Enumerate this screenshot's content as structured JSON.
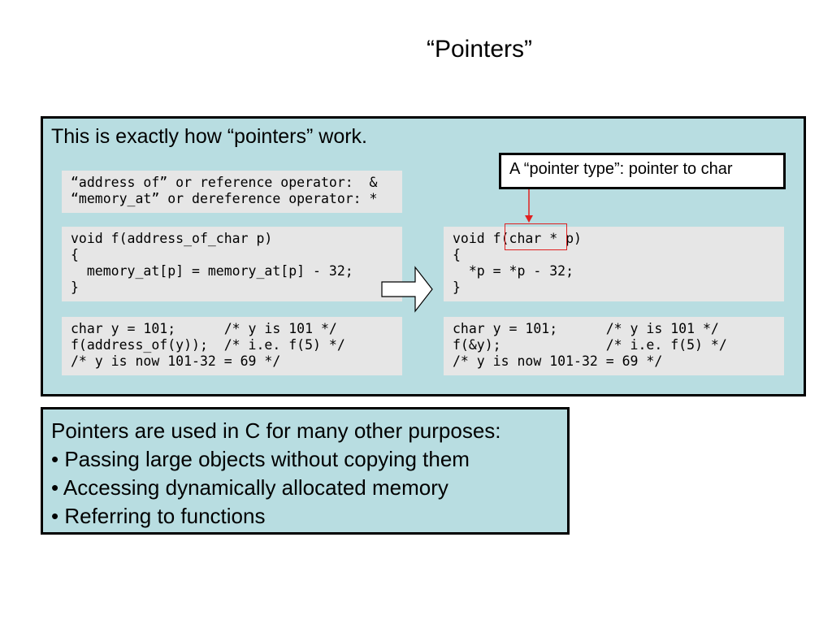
{
  "slide_title": "“Pointers”",
  "main_panel": {
    "heading": "This is exactly how “pointers” work.",
    "callout": "A “pointer type”: pointer to char",
    "operators": [
      "“address of” or reference operator:  &",
      "“memory_at” or dereference operator: *"
    ],
    "left_function": [
      "void f(address_of_char p)",
      "{",
      "  memory_at[p] = memory_at[p] - 32;",
      "}"
    ],
    "left_call": [
      "char y = 101;      /* y is 101 */",
      "f(address_of(y));  /* i.e. f(5) */",
      "/* y is now 101-32 = 69 */"
    ],
    "right_function": [
      "void f(char * p)",
      "{",
      "  *p = *p - 32;",
      "}"
    ],
    "right_call": [
      "char y = 101;      /* y is 101 */",
      "f(&y);             /* i.e. f(5) */",
      "/* y is now 101-32 = 69 */"
    ]
  },
  "bottom_panel": {
    "heading": "Pointers are used in C for many other purposes:",
    "bullets": [
      "• Passing large objects without copying them",
      "• Accessing dynamically allocated memory",
      "• Referring to functions"
    ]
  },
  "colors": {
    "panel_bg": "#b8dde1",
    "code_bg": "#e6e6e6",
    "highlight": "#e02020"
  }
}
